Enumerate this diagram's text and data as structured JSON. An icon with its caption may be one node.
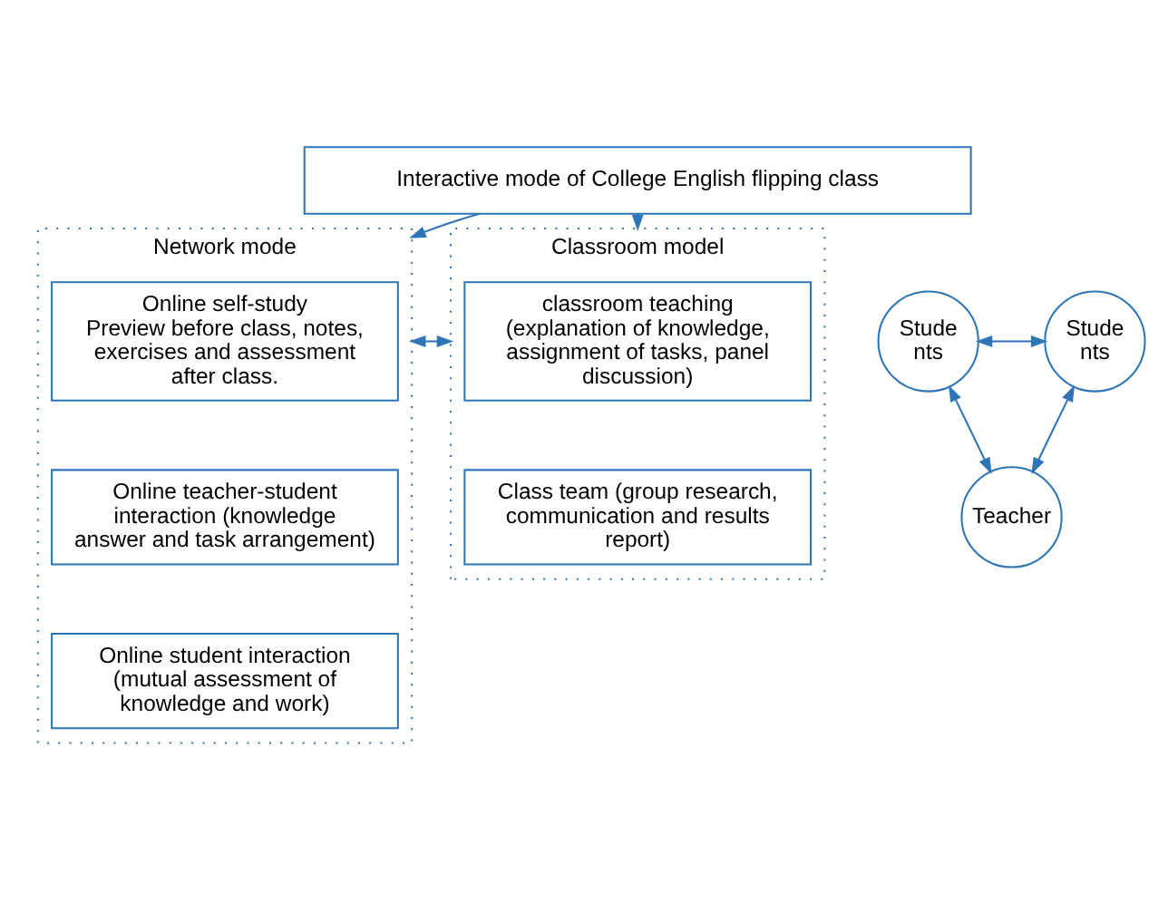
{
  "diagram": {
    "nodes": [
      {
        "text": [
          "Interactive mode of College English flipping class"
        ]
      },
      {
        "text": [
          "Network mode"
        ]
      },
      {
        "text": [
          "Online self-study",
          "Preview before class, notes, exercises and assessment after class."
        ],
        "in": 1
      },
      {
        "text": [
          "Online teacher-student interaction (knowledge answer and task arrangement)"
        ],
        "in": 1
      },
      {
        "text": [
          "Online student interaction (mutual assessment of knowledge and work)"
        ],
        "in": 1
      },
      {
        "text": [
          "Stude nts"
        ]
      },
      {
        "text": [
          "Stude nts"
        ]
      },
      {
        "text": [
          "Classroom model"
        ]
      },
      {
        "text": [
          "classroom teaching (explanation of knowledge, assignment of tasks, panel discussion)"
        ],
        "in": 7
      },
      {
        "text": [
          "Class team (group research, communication and results report)"
        ],
        "in": 7
      },
      {
        "text": [
          "Teacher"
        ]
      }
    ],
    "edges": [
      {
        "from": 0,
        "to": 1,
        "arrow": "to"
      },
      {
        "from": 0,
        "to": 7,
        "arrow": "to"
      },
      {
        "from": 5,
        "to": 6,
        "arrow": "both"
      },
      {
        "from": 5,
        "to": 10,
        "arrow": "both"
      },
      {
        "from": 6,
        "to": 10,
        "arrow": "both"
      },
      {
        "from": 1,
        "to": 7,
        "arrow": "both"
      }
    ]
  }
}
